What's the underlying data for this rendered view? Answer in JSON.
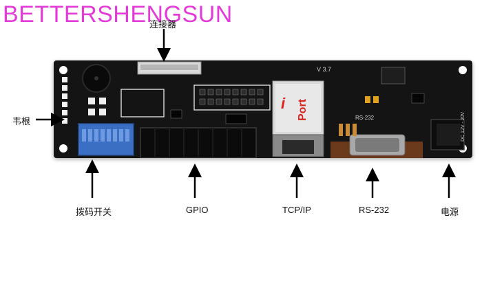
{
  "brand": {
    "watermark": "BETTERSHENGSUN",
    "color": "#e23bd8"
  },
  "board": {
    "version_mark": "V 3.7",
    "port_logo": "Port",
    "port_logo_i": "i",
    "rs232_silk": "RS-232",
    "dc_silk": "DC 12V - 20V"
  },
  "labels": {
    "connector": "连接器",
    "pin_header": "韦根",
    "dip_switch": "拨码开关",
    "gpio": "GPIO",
    "tcpip": "TCP/IP",
    "rs232": "RS-232",
    "power": "电源"
  },
  "colors": {
    "board": "#141414",
    "dip_switch": "#3a6fc4",
    "port_module": "#d9d9d9",
    "logo_red": "#d8241f"
  }
}
